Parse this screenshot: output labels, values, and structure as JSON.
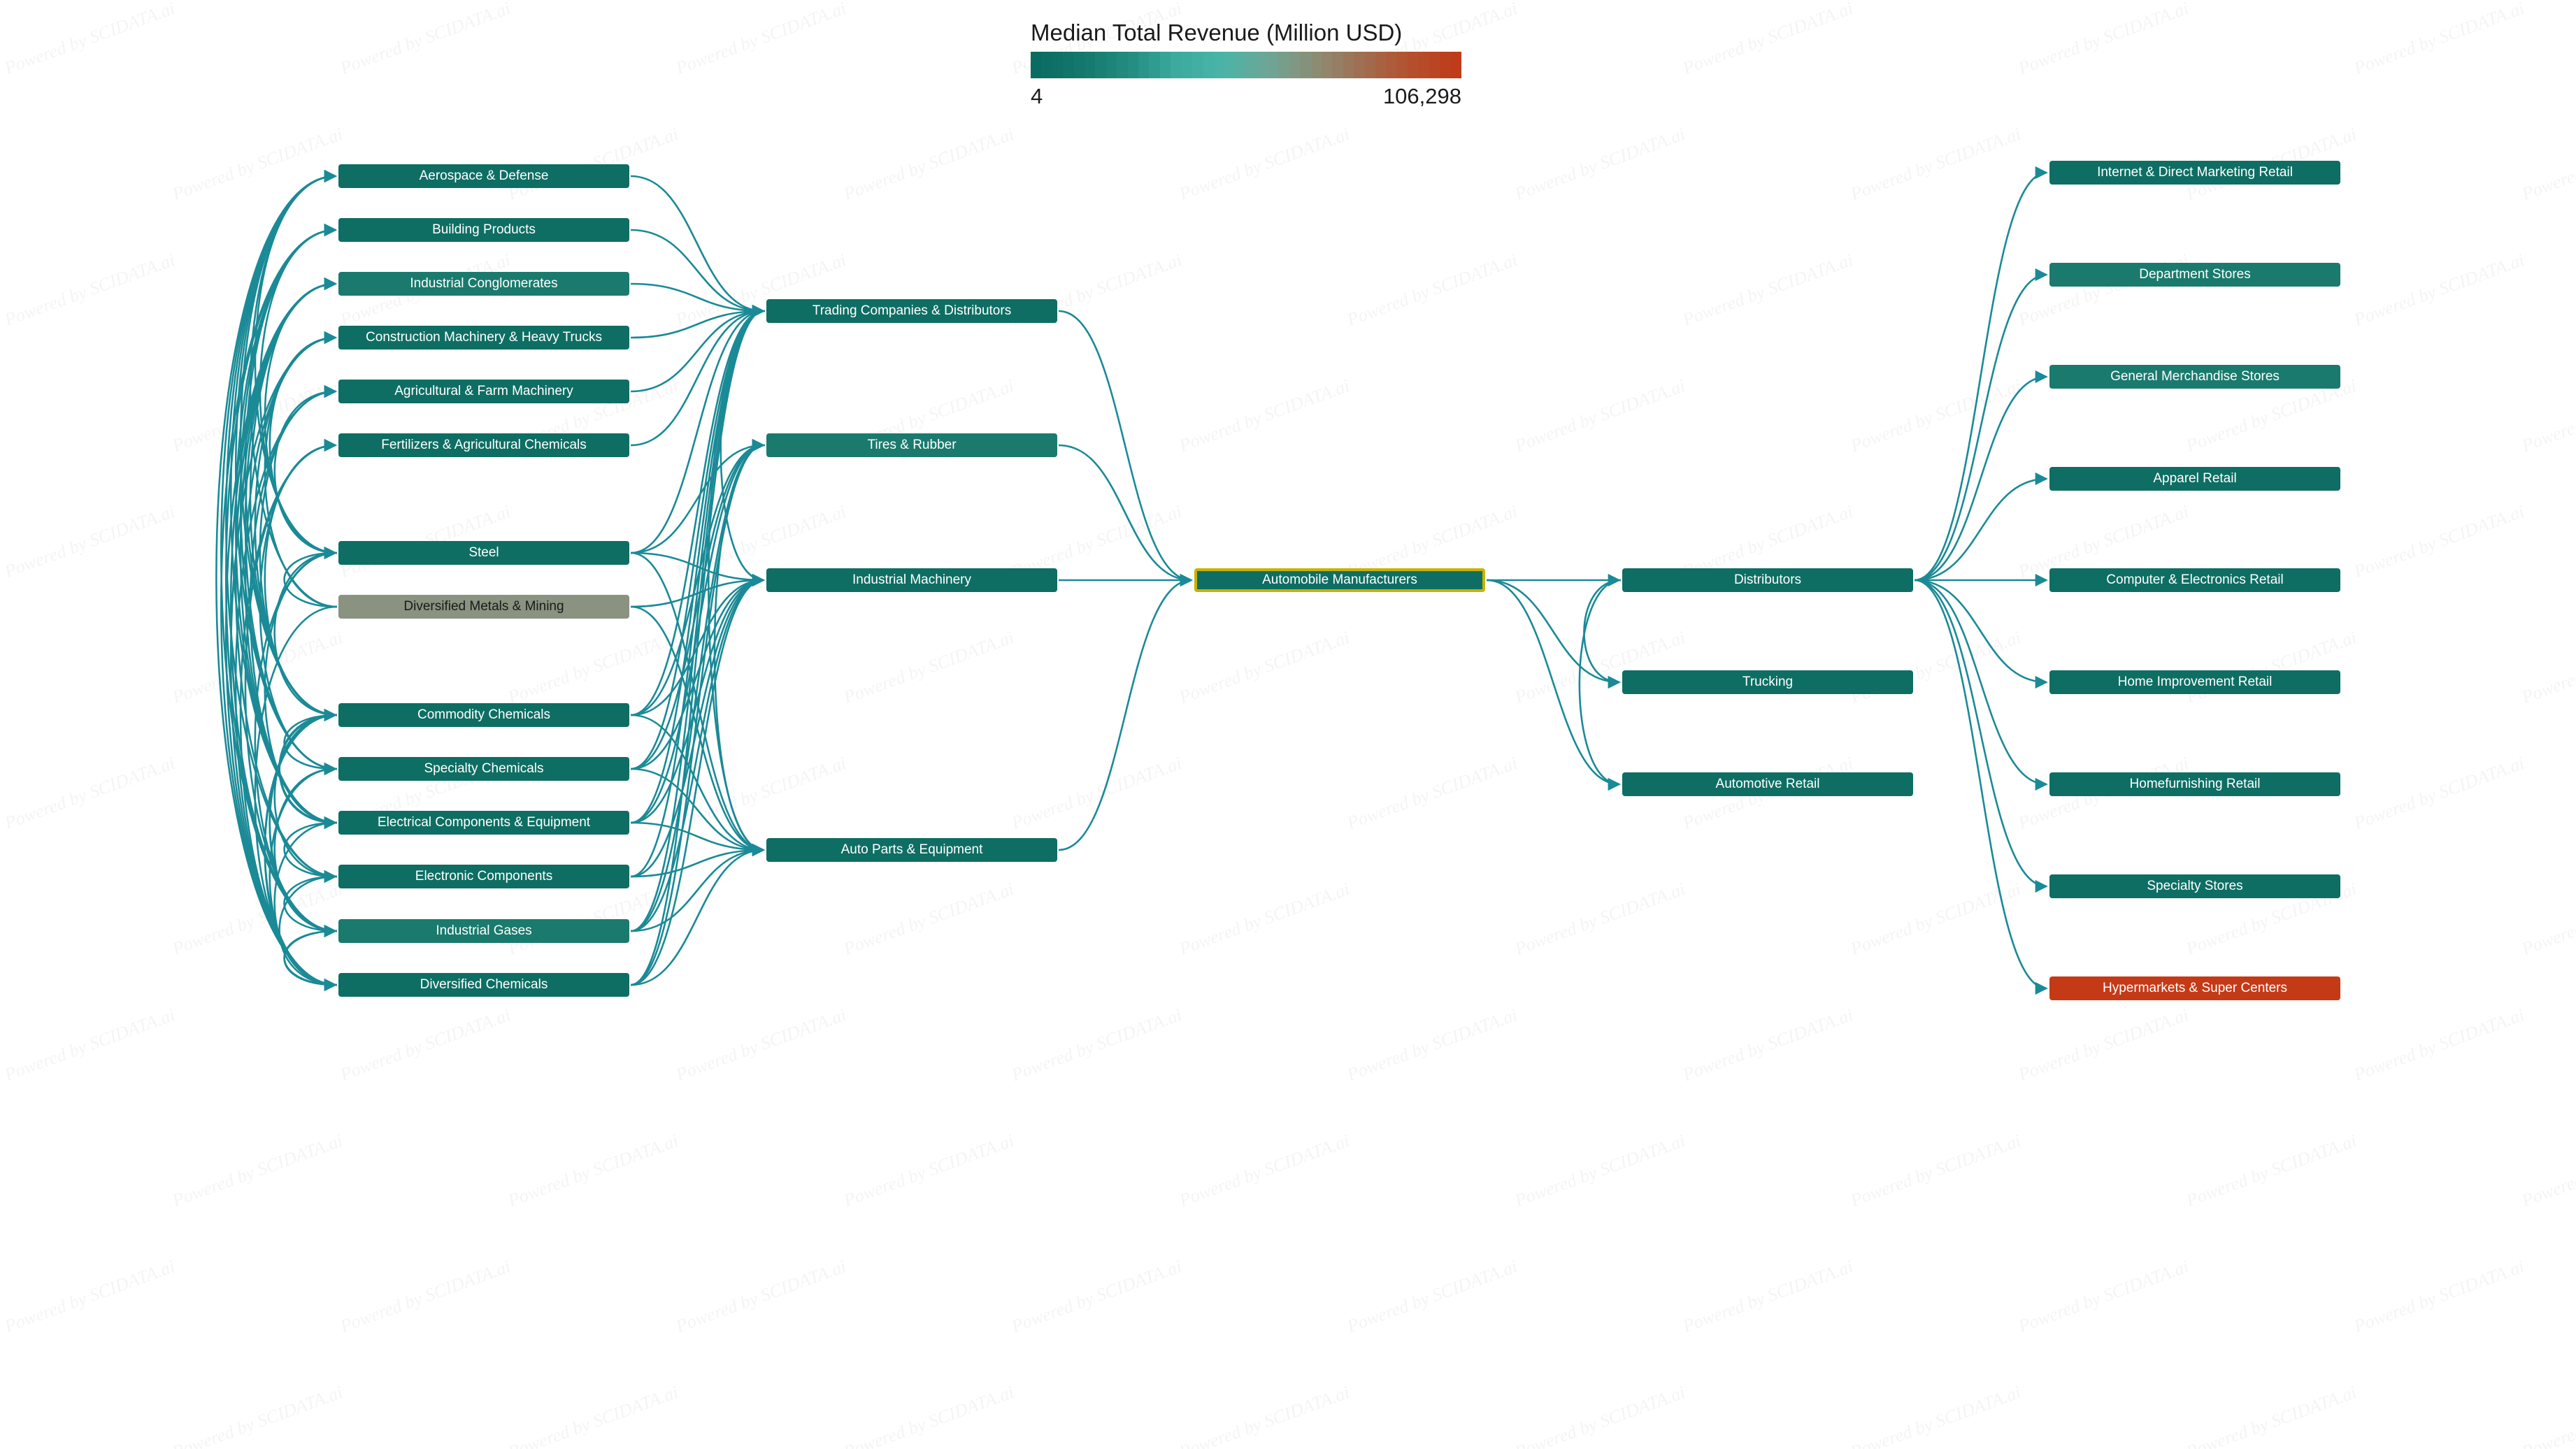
{
  "legend": {
    "title": "Median Total Revenue (Million USD)",
    "min_label": "4",
    "max_label": "106,298",
    "colors": [
      "#0a6b61",
      "#4bb3a5",
      "#bf3b1a"
    ]
  },
  "watermark_text": "Powered by SCIDATA.ai",
  "colors": {
    "edge": "#1a8a96",
    "node_default": "#0e6e63",
    "node_mid": "#1f7d70",
    "node_gray": "#8a9280",
    "node_high": "#c43a17",
    "focus_border": "#c8b200"
  },
  "nodes": [
    {
      "id": "aerospace",
      "label": "Aerospace & Defense",
      "color": "#0e6e63"
    },
    {
      "id": "building",
      "label": "Building Products",
      "color": "#0e6e63"
    },
    {
      "id": "conglomerates",
      "label": "Industrial Conglomerates",
      "color": "#1a7a6d"
    },
    {
      "id": "construction",
      "label": "Construction Machinery & Heavy Trucks",
      "color": "#0e6e63"
    },
    {
      "id": "agricultural",
      "label": "Agricultural & Farm Machinery",
      "color": "#0e6e63"
    },
    {
      "id": "fertilizers",
      "label": "Fertilizers & Agricultural Chemicals",
      "color": "#0e6e63"
    },
    {
      "id": "steel",
      "label": "Steel",
      "color": "#0e6e63"
    },
    {
      "id": "metals",
      "label": "Diversified Metals & Mining",
      "color": "#8a9280",
      "dark": true
    },
    {
      "id": "commodity",
      "label": "Commodity Chemicals",
      "color": "#0e6e63"
    },
    {
      "id": "specialty_chem",
      "label": "Specialty Chemicals",
      "color": "#0e6e63"
    },
    {
      "id": "electrical",
      "label": "Electrical Components & Equipment",
      "color": "#0e6e63"
    },
    {
      "id": "electronic",
      "label": "Electronic Components",
      "color": "#0e6e63"
    },
    {
      "id": "gases",
      "label": "Industrial Gases",
      "color": "#1a7a6d"
    },
    {
      "id": "diversified_chem",
      "label": "Diversified Chemicals",
      "color": "#0e6e63"
    },
    {
      "id": "trading",
      "label": "Trading Companies & Distributors",
      "color": "#0e6e63"
    },
    {
      "id": "tires",
      "label": "Tires & Rubber",
      "color": "#1a7a6d"
    },
    {
      "id": "machinery",
      "label": "Industrial Machinery",
      "color": "#0e6e63"
    },
    {
      "id": "autoparts",
      "label": "Auto Parts & Equipment",
      "color": "#0e6e63"
    },
    {
      "id": "automobile",
      "label": "Automobile Manufacturers",
      "color": "#0e6e63",
      "focus": true
    },
    {
      "id": "distributors",
      "label": "Distributors",
      "color": "#0e6e63"
    },
    {
      "id": "trucking",
      "label": "Trucking",
      "color": "#0e6e63"
    },
    {
      "id": "autoretail",
      "label": "Automotive Retail",
      "color": "#0e6e63"
    },
    {
      "id": "internet",
      "label": "Internet & Direct Marketing Retail",
      "color": "#0e6e63"
    },
    {
      "id": "department",
      "label": "Department Stores",
      "color": "#1a7a6d"
    },
    {
      "id": "general",
      "label": "General Merchandise Stores",
      "color": "#1a7a6d"
    },
    {
      "id": "apparel",
      "label": "Apparel Retail",
      "color": "#0e6e63"
    },
    {
      "id": "computer",
      "label": "Computer & Electronics Retail",
      "color": "#0e6e63"
    },
    {
      "id": "home",
      "label": "Home Improvement Retail",
      "color": "#0e6e63"
    },
    {
      "id": "homefurnishing",
      "label": "Homefurnishing Retail",
      "color": "#0e6e63"
    },
    {
      "id": "specialty_stores",
      "label": "Specialty Stores",
      "color": "#0e6e63"
    },
    {
      "id": "hypermarkets",
      "label": "Hypermarkets & Super Centers",
      "color": "#c43a17"
    }
  ],
  "edges": [
    [
      "aerospace",
      "trading"
    ],
    [
      "building",
      "trading"
    ],
    [
      "conglomerates",
      "trading"
    ],
    [
      "construction",
      "trading"
    ],
    [
      "agricultural",
      "trading"
    ],
    [
      "fertilizers",
      "trading"
    ],
    [
      "steel",
      "trading"
    ],
    [
      "commodity",
      "trading"
    ],
    [
      "specialty_chem",
      "trading"
    ],
    [
      "electrical",
      "trading"
    ],
    [
      "electronic",
      "trading"
    ],
    [
      "gases",
      "trading"
    ],
    [
      "diversified_chem",
      "trading"
    ],
    [
      "steel",
      "tires"
    ],
    [
      "commodity",
      "tires"
    ],
    [
      "specialty_chem",
      "tires"
    ],
    [
      "electrical",
      "tires"
    ],
    [
      "gases",
      "tires"
    ],
    [
      "diversified_chem",
      "tires"
    ],
    [
      "steel",
      "machinery"
    ],
    [
      "metals",
      "machinery"
    ],
    [
      "commodity",
      "machinery"
    ],
    [
      "specialty_chem",
      "machinery"
    ],
    [
      "electrical",
      "machinery"
    ],
    [
      "electronic",
      "machinery"
    ],
    [
      "gases",
      "machinery"
    ],
    [
      "diversified_chem",
      "machinery"
    ],
    [
      "commodity",
      "autoparts"
    ],
    [
      "specialty_chem",
      "autoparts"
    ],
    [
      "electrical",
      "autoparts"
    ],
    [
      "electronic",
      "autoparts"
    ],
    [
      "gases",
      "autoparts"
    ],
    [
      "diversified_chem",
      "autoparts"
    ],
    [
      "metals",
      "autoparts"
    ],
    [
      "steel",
      "autoparts"
    ],
    [
      "trading",
      "machinery"
    ],
    [
      "trading",
      "autoparts"
    ],
    [
      "tires",
      "autoparts"
    ],
    [
      "trading",
      "automobile"
    ],
    [
      "tires",
      "automobile"
    ],
    [
      "machinery",
      "automobile"
    ],
    [
      "autoparts",
      "automobile"
    ],
    [
      "automobile",
      "distributors"
    ],
    [
      "automobile",
      "trucking"
    ],
    [
      "automobile",
      "autoretail"
    ],
    [
      "distributors",
      "trucking"
    ],
    [
      "distributors",
      "autoretail"
    ],
    [
      "distributors",
      "internet"
    ],
    [
      "distributors",
      "department"
    ],
    [
      "distributors",
      "general"
    ],
    [
      "distributors",
      "apparel"
    ],
    [
      "distributors",
      "computer"
    ],
    [
      "distributors",
      "home"
    ],
    [
      "distributors",
      "homefurnishing"
    ],
    [
      "distributors",
      "specialty_stores"
    ],
    [
      "distributors",
      "hypermarkets"
    ]
  ],
  "back_edges": [
    [
      "commodity",
      "aerospace"
    ],
    [
      "specialty_chem",
      "aerospace"
    ],
    [
      "electrical",
      "aerospace"
    ],
    [
      "electronic",
      "aerospace"
    ],
    [
      "gases",
      "aerospace"
    ],
    [
      "diversified_chem",
      "aerospace"
    ],
    [
      "steel",
      "aerospace"
    ],
    [
      "metals",
      "aerospace"
    ],
    [
      "commodity",
      "building"
    ],
    [
      "specialty_chem",
      "building"
    ],
    [
      "electrical",
      "building"
    ],
    [
      "diversified_chem",
      "building"
    ],
    [
      "gases",
      "building"
    ],
    [
      "steel",
      "building"
    ],
    [
      "commodity",
      "conglomerates"
    ],
    [
      "specialty_chem",
      "conglomerates"
    ],
    [
      "electrical",
      "conglomerates"
    ],
    [
      "electronic",
      "conglomerates"
    ],
    [
      "diversified_chem",
      "conglomerates"
    ],
    [
      "gases",
      "conglomerates"
    ],
    [
      "steel",
      "conglomerates"
    ],
    [
      "commodity",
      "construction"
    ],
    [
      "electrical",
      "construction"
    ],
    [
      "diversified_chem",
      "construction"
    ],
    [
      "steel",
      "construction"
    ],
    [
      "metals",
      "construction"
    ],
    [
      "commodity",
      "agricultural"
    ],
    [
      "electrical",
      "agricultural"
    ],
    [
      "diversified_chem",
      "agricultural"
    ],
    [
      "steel",
      "agricultural"
    ],
    [
      "commodity",
      "fertilizers"
    ],
    [
      "specialty_chem",
      "fertilizers"
    ],
    [
      "gases",
      "fertilizers"
    ],
    [
      "diversified_chem",
      "fertilizers"
    ],
    [
      "metals",
      "steel"
    ],
    [
      "commodity",
      "steel"
    ],
    [
      "gases",
      "steel"
    ],
    [
      "diversified_chem",
      "commodity"
    ],
    [
      "gases",
      "commodity"
    ],
    [
      "electrical",
      "commodity"
    ],
    [
      "diversified_chem",
      "specialty_chem"
    ],
    [
      "gases",
      "specialty_chem"
    ],
    [
      "commodity",
      "specialty_chem"
    ],
    [
      "diversified_chem",
      "electrical"
    ],
    [
      "electronic",
      "electrical"
    ],
    [
      "steel",
      "electrical"
    ],
    [
      "commodity",
      "electrical"
    ],
    [
      "diversified_chem",
      "electronic"
    ],
    [
      "gases",
      "electronic"
    ],
    [
      "commodity",
      "electronic"
    ],
    [
      "diversified_chem",
      "gases"
    ],
    [
      "commodity",
      "gases"
    ],
    [
      "commodity",
      "diversified_chem"
    ],
    [
      "gases",
      "diversified_chem"
    ],
    [
      "metals",
      "diversified_chem"
    ]
  ]
}
